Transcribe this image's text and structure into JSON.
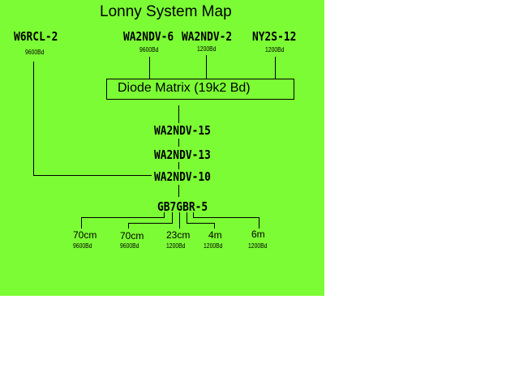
{
  "title": "Lonny System Map",
  "colors": {
    "background": "#7cfc34",
    "lines": "#000000",
    "page": "#ffffff"
  },
  "top_nodes": [
    {
      "call": "W6RCL-2",
      "baud": "9600Bd"
    },
    {
      "call": "WA2NDV-6",
      "baud": "9600Bd"
    },
    {
      "call": "WA2NDV-2",
      "baud": "1200Bd"
    },
    {
      "call": "NY2S-12",
      "baud": "1200Bd"
    }
  ],
  "matrix": {
    "label": "Diode Matrix (19k2 Bd)"
  },
  "chain": [
    {
      "call": "WA2NDV-15"
    },
    {
      "call": "WA2NDV-13"
    },
    {
      "call": "WA2NDV-10"
    },
    {
      "call": "GB7GBR-5"
    }
  ],
  "ports": [
    {
      "band": "70cm",
      "baud": "9600Bd"
    },
    {
      "band": "70cm",
      "baud": "9600Bd"
    },
    {
      "band": "23cm",
      "baud": "1200Bd"
    },
    {
      "band": "4m",
      "baud": "1200Bd"
    },
    {
      "band": "6m",
      "baud": "1200Bd"
    }
  ]
}
